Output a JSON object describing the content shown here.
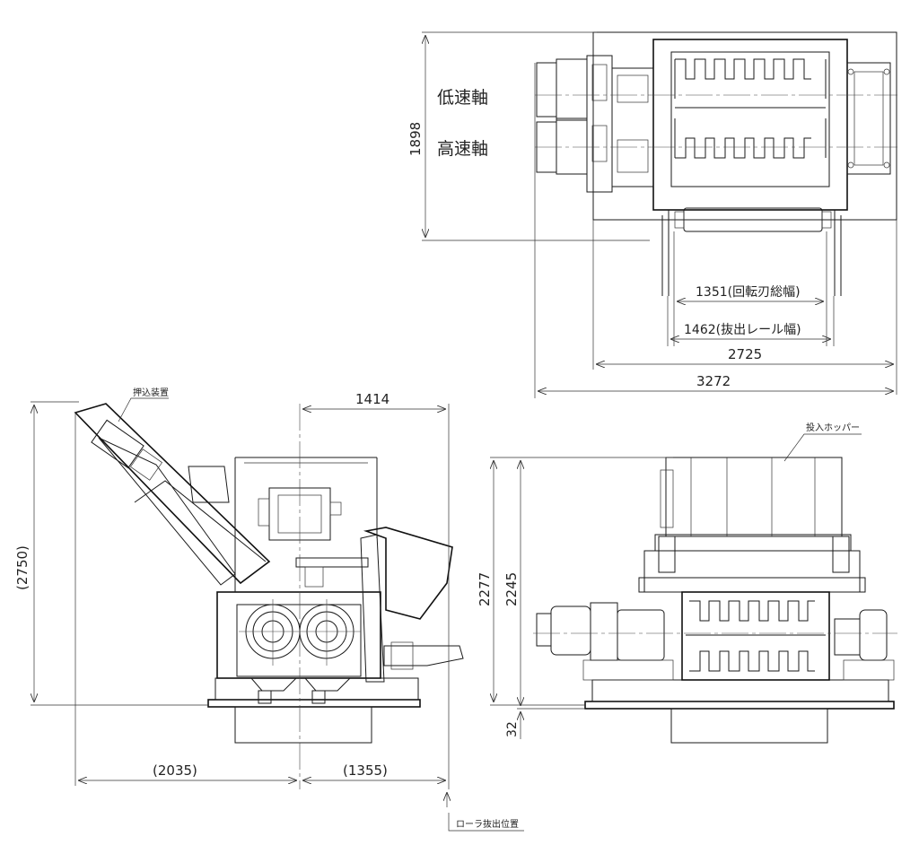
{
  "top_view": {
    "low_speed_shaft": "低速軸",
    "high_speed_shaft": "高速軸",
    "dim_height": "1898",
    "dim_blade_width": "1351(回転刃総幅)",
    "dim_rail_width": "1462(抜出レール幅)",
    "dim_width_2725": "2725",
    "dim_width_3272": "3272"
  },
  "side_view": {
    "pusher_label": "押込装置",
    "dim_1414": "1414",
    "dim_height_2750": "(2750)",
    "dim_2035": "(2035)",
    "dim_1355": "(1355)",
    "roller_label": "ローラ抜出位置"
  },
  "front_view": {
    "hopper_label": "投入ホッパー",
    "dim_2277": "2277",
    "dim_2245": "2245",
    "dim_32": "32"
  }
}
